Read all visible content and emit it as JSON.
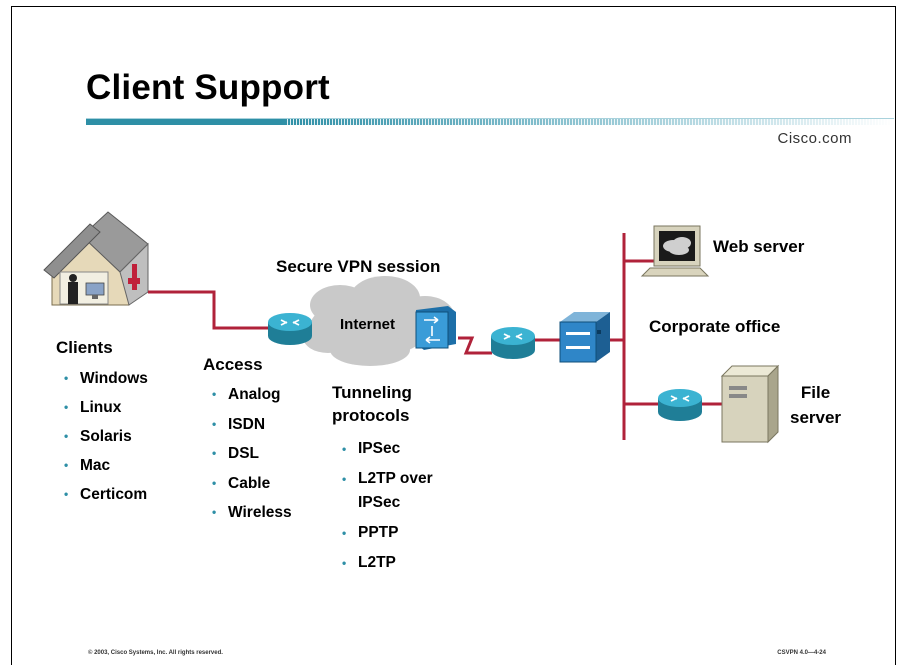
{
  "slide": {
    "title": "Client Support",
    "brand": "Cisco.com",
    "footer_left": "© 2003, Cisco Systems, Inc. All rights reserved.",
    "footer_right": "CSVPN 4.0—4-24"
  },
  "diagram": {
    "vpn_label": "Secure VPN session",
    "internet_label": "Internet",
    "web_server_label": "Web server",
    "corporate_label": "Corporate office",
    "file_server_label": "File\nserver"
  },
  "clients": {
    "heading": "Clients",
    "items": [
      "Windows",
      "Linux",
      "Solaris",
      "Mac",
      "Certicom"
    ]
  },
  "access": {
    "heading": "Access",
    "items": [
      "Analog",
      "ISDN",
      "DSL",
      "Cable",
      "Wireless"
    ]
  },
  "tunneling": {
    "heading_line1": "Tunneling",
    "heading_line2": "protocols",
    "items": [
      "IPSec",
      "L2TP over",
      "IPSec",
      "PPTP",
      "L2TP"
    ]
  },
  "colors": {
    "teal": "#2e8fa6",
    "router": "#2fa3c2",
    "link": "#b0223a",
    "cloud": "#c9c9c9",
    "server": "#d7d3bd"
  }
}
